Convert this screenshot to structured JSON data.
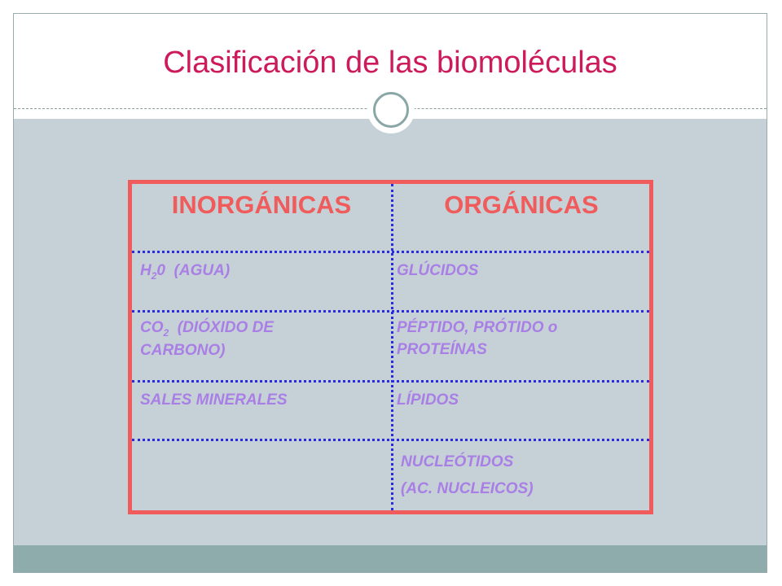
{
  "slide": {
    "title": "Clasificación de las biomoléculas"
  },
  "table": {
    "headers": {
      "left": "INORGÁNICAS",
      "right": "ORGÁNICAS"
    },
    "inorganic": {
      "water_pre": "H",
      "water_sub": "2",
      "water_post": "0  (AGUA)",
      "co2_pre": "CO",
      "co2_sub": "2",
      "co2_post": "  (DIÓXIDO DE",
      "co2_line2": "CARBONO)",
      "salts": "SALES MINERALES"
    },
    "organic": {
      "glucidos": "GLÚCIDOS",
      "peptidos_line1": "PÉPTIDO, PRÓTIDO o",
      "peptidos_line2": "PROTEÍNAS",
      "lipidos": "LÍPIDOS",
      "nucleotidos_line1": "NUCLEÓTIDOS",
      "nucleotidos_line2": "(AC. NUCLEICOS)"
    }
  },
  "colors": {
    "title": "#cc1a5a",
    "border": "#f05c5c",
    "dotted": "#2a2ae0",
    "text": "#a97fe6",
    "content_bg": "#c5d1d6",
    "footer": "#8eacab"
  }
}
